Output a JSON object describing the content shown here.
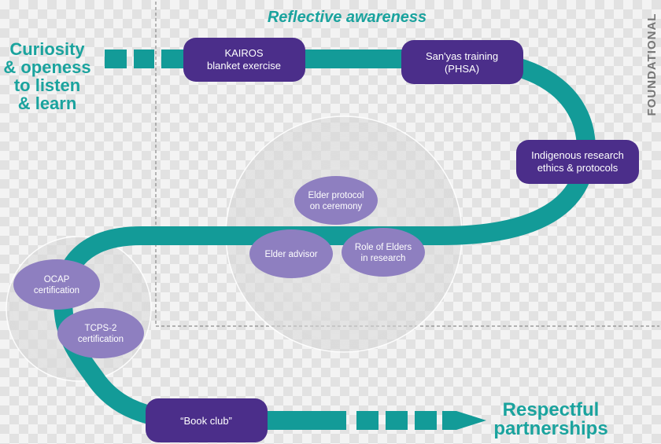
{
  "colors": {
    "path": "#139b98",
    "node_dark": "#4b2e8a",
    "node_light": "#8e7fc0",
    "accent_text": "#1aa39e",
    "frame": "#8a8a8a",
    "side_text": "#777777"
  },
  "header": {
    "title": "Reflective awareness",
    "side_label": "FOUNDATIONAL"
  },
  "start_label": [
    "Curiosity",
    "& openess",
    "to listen",
    "& learn"
  ],
  "end_label": [
    "Respectful",
    "partnerships"
  ],
  "nodes": {
    "kairos": [
      "KAIROS",
      "blanket exercise"
    ],
    "sanyas": [
      "San'yas training",
      "(PHSA)"
    ],
    "ethics": [
      "Indigenous research",
      "ethics & protocols"
    ],
    "elder_protocol": [
      "Elder protocol",
      "on ceremony"
    ],
    "elder_advisor": [
      "Elder advisor"
    ],
    "role_elders": [
      "Role of Elders",
      "in research"
    ],
    "ocap": [
      "OCAP",
      "certification"
    ],
    "tcps": [
      "TCPS-2",
      "certification"
    ],
    "book_club": [
      "“Book club”"
    ]
  }
}
